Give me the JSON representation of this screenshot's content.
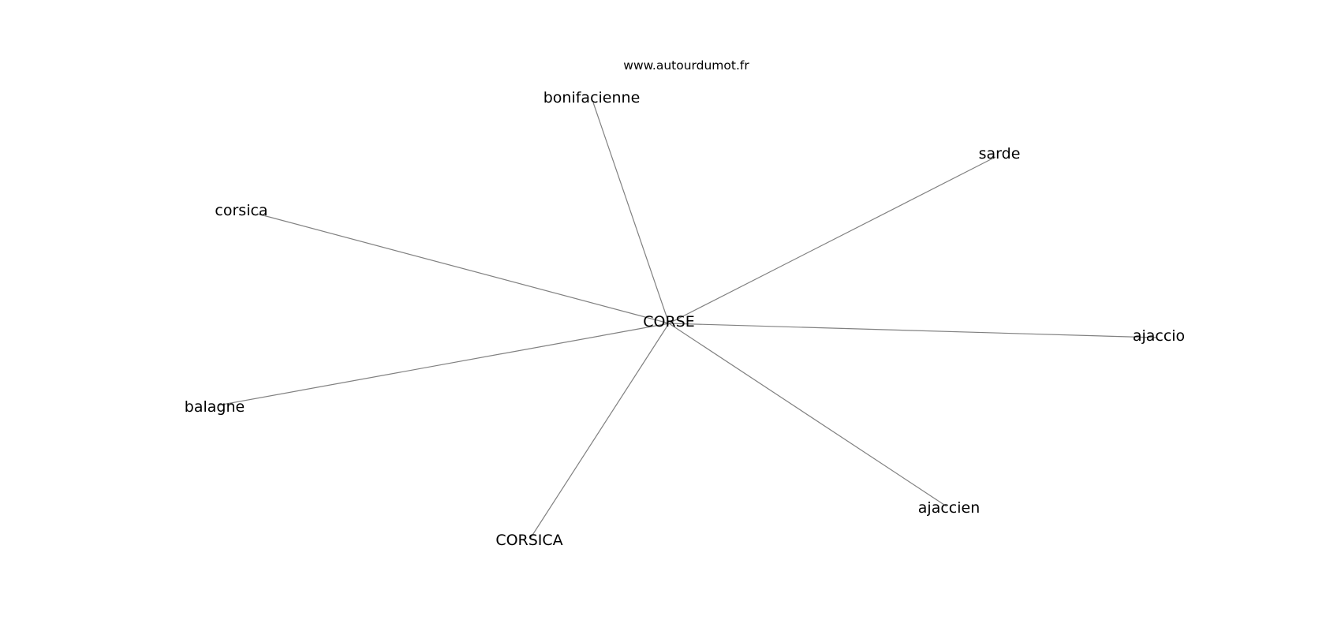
{
  "credit": "www.autourdumot.fr",
  "graph": {
    "center": "CORSE",
    "neighbors": [
      "bonifacienne",
      "sarde",
      "corsica",
      "ajaccio",
      "balagne",
      "ajaccien",
      "CORSICA"
    ]
  },
  "colors": {
    "edge": "#808080",
    "text": "#000000",
    "background": "#ffffff"
  }
}
